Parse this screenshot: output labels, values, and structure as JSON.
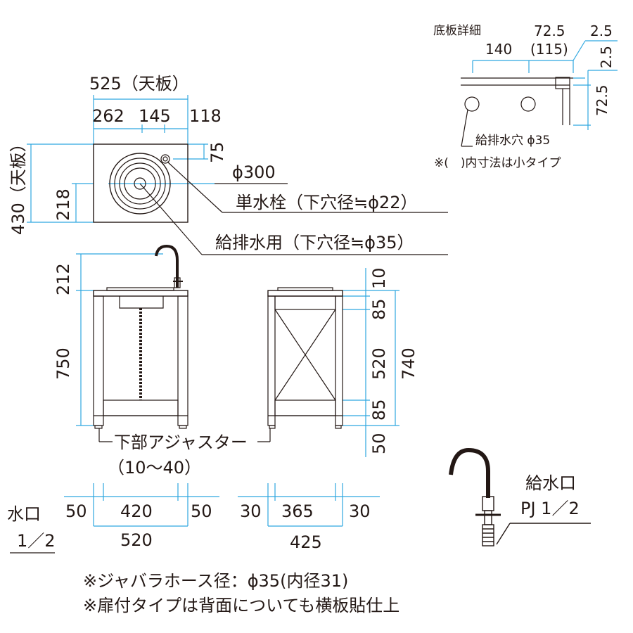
{
  "top_view": {
    "width_label": "525（天板）",
    "dim_a": "262",
    "dim_b": "145",
    "dim_c": "118",
    "dim_75": "75",
    "dim_height": "430（天板）",
    "dim_218": "218",
    "bowl_label": "ϕ300",
    "faucet_label": "単水栓（下穴径≒ϕ22）",
    "drain_label": "給排水用（下穴径≒ϕ35）"
  },
  "bottom_detail": {
    "title": "底板詳細",
    "dim_72_5": "72.5",
    "dim_115": "(115)",
    "dim_140": "140",
    "dim_2_5_top": "2.5",
    "dim_2_5_side": "2.5",
    "dim_72_5_side": "72.5",
    "hole_label": "給排水穴 ϕ35",
    "note": "※(　)内寸法は小タイプ"
  },
  "front_view": {
    "dim_212": "212",
    "dim_750": "750",
    "adjuster_label": "下部アジャスター",
    "adjuster_range": "（10～40）",
    "dim_left": "50",
    "dim_mid": "420",
    "dim_right": "50",
    "dim_total": "520"
  },
  "side_view": {
    "dim_10": "10",
    "dim_85_top": "85",
    "dim_520": "520",
    "dim_85_bot": "85",
    "dim_50": "50",
    "dim_740": "740",
    "dim_left": "30",
    "dim_mid": "365",
    "dim_right": "30",
    "dim_total": "425"
  },
  "water_inlet": {
    "line1": "水口",
    "line2": "1／2"
  },
  "faucet_detail": {
    "label1": "給水口",
    "label2": "PJ 1／2"
  },
  "notes": [
    "※ジャバラホース径：ϕ35(内径31)",
    "※扉付タイプは背面についても横板貼仕上"
  ]
}
